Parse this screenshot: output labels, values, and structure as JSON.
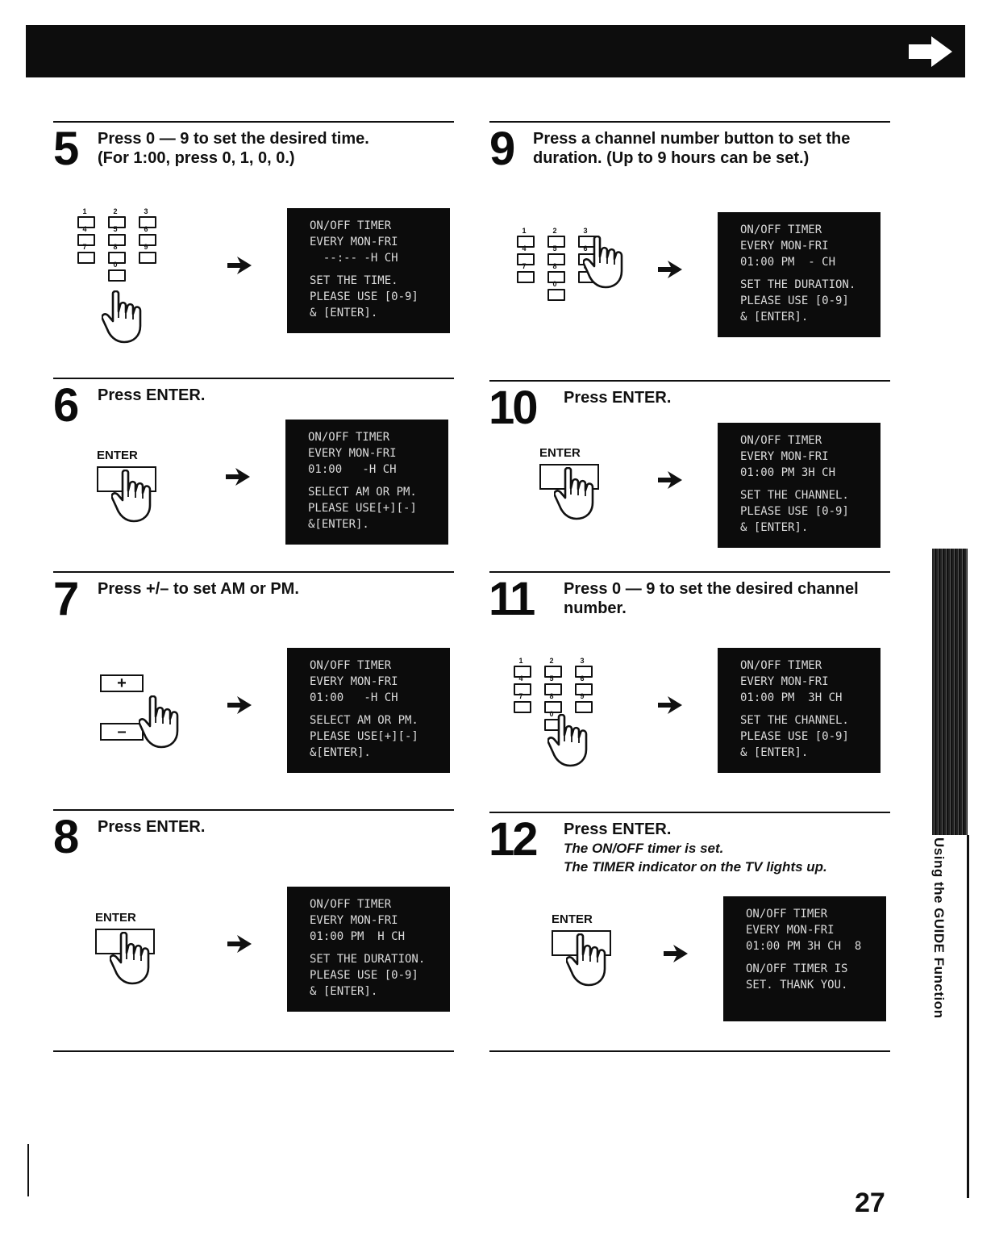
{
  "steps": [
    {
      "num": "5",
      "text": "Press 0 — 9 to set the desired time.\n(For 1:00, press 0, 1, 0, 0.)",
      "screen": [
        "ON/OFF TIMER",
        "EVERY MON-FRI",
        "  --:-- -H CH",
        "",
        "SET THE TIME.",
        "PLEASE USE [0-9]",
        "& [ENTER]."
      ]
    },
    {
      "num": "6",
      "text": "Press ENTER.",
      "button": "ENTER",
      "screen": [
        "ON/OFF TIMER",
        "EVERY MON-FRI",
        "01:00   -H CH",
        "",
        "SELECT AM OR PM.",
        "PLEASE USE[+][-]",
        "&[ENTER]."
      ]
    },
    {
      "num": "7",
      "text": "Press +/–  to set AM or PM.",
      "plus": "+",
      "minus": "–",
      "screen": [
        "ON/OFF TIMER",
        "EVERY MON-FRI",
        "01:00   -H CH",
        "",
        "SELECT AM OR PM.",
        "PLEASE USE[+][-]",
        "&[ENTER]."
      ]
    },
    {
      "num": "8",
      "text": "Press ENTER.",
      "button": "ENTER",
      "screen": [
        "ON/OFF TIMER",
        "EVERY MON-FRI",
        "01:00 PM  H CH",
        "",
        "SET THE DURATION.",
        "PLEASE USE [0-9]",
        "& [ENTER]."
      ]
    },
    {
      "num": "9",
      "text": "Press a channel number button to set the\nduration. (Up to 9 hours can be set.)",
      "screen": [
        "ON/OFF TIMER",
        "EVERY MON-FRI",
        "01:00 PM  - CH",
        "",
        "SET THE DURATION.",
        "PLEASE USE [0-9]",
        "& [ENTER]."
      ]
    },
    {
      "num": "10",
      "text": "Press ENTER.",
      "button": "ENTER",
      "screen": [
        "ON/OFF TIMER",
        "EVERY MON-FRI",
        "01:00 PM 3H CH",
        "",
        "SET THE CHANNEL.",
        "PLEASE USE [0-9]",
        "& [ENTER]."
      ]
    },
    {
      "num": "11",
      "text": "Press 0 — 9 to set the desired channel\nnumber.",
      "screen": [
        "ON/OFF TIMER",
        "EVERY MON-FRI",
        "01:00 PM  3H CH",
        "",
        "SET THE CHANNEL.",
        "PLEASE USE [0-9]",
        "& [ENTER]."
      ]
    },
    {
      "num": "12",
      "text": "Press ENTER.",
      "note": "The ON/OFF timer is set.\nThe TIMER indicator on the TV lights up.",
      "button": "ENTER",
      "screen": [
        "ON/OFF TIMER",
        "EVERY MON-FRI",
        "01:00 PM 3H CH  8",
        "",
        "ON/OFF TIMER IS",
        "SET. THANK YOU."
      ]
    }
  ],
  "keypad": {
    "keys": [
      "1",
      "2",
      "3",
      "4",
      "5",
      "6",
      "7",
      "8",
      "9",
      "0"
    ]
  },
  "side_label": "Using the GUIDE Function",
  "page_number": "27"
}
